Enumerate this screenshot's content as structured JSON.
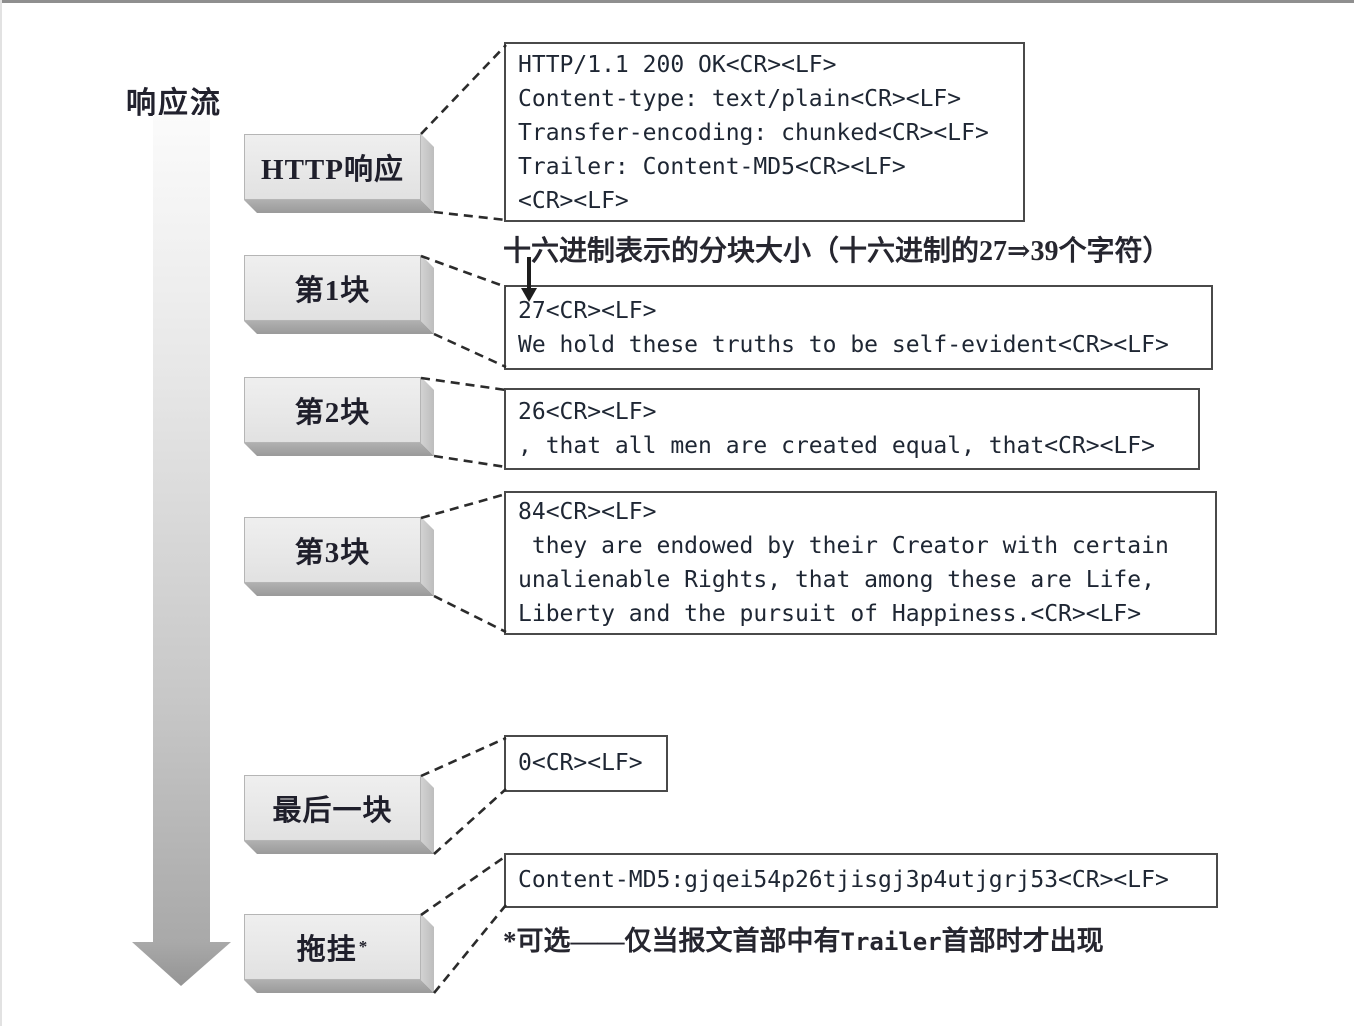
{
  "flow": {
    "label": "响应流"
  },
  "stages": [
    {
      "label": "HTTP响应",
      "sup": ""
    },
    {
      "label": "第1块",
      "sup": ""
    },
    {
      "label": "第2块",
      "sup": ""
    },
    {
      "label": "第3块",
      "sup": ""
    },
    {
      "label": "最后一块",
      "sup": ""
    },
    {
      "label": "拖挂",
      "sup": "*"
    }
  ],
  "annotation": {
    "text": "十六进制表示的分块大小（十六进制的27⇒39个字符）"
  },
  "code_boxes": [
    {
      "name": "http-response-headers",
      "lines": [
        "HTTP/1.1 200 OK<CR><LF>",
        "Content-type: text/plain<CR><LF>",
        "Transfer-encoding: chunked<CR><LF>",
        "Trailer: Content-MD5<CR><LF>",
        "<CR><LF>"
      ]
    },
    {
      "name": "chunk-1",
      "lines": [
        "27<CR><LF>",
        "We hold these truths to be self-evident<CR><LF>"
      ]
    },
    {
      "name": "chunk-2",
      "lines": [
        "26<CR><LF>",
        ", that all men are created equal, that<CR><LF>"
      ]
    },
    {
      "name": "chunk-3",
      "lines": [
        "84<CR><LF>",
        " they are endowed by their Creator with certain",
        "unalienable Rights, that among these are Life,",
        "Liberty and the pursuit of Happiness.<CR><LF>"
      ]
    },
    {
      "name": "last-chunk",
      "lines": [
        "0<CR><LF>"
      ]
    },
    {
      "name": "trailer",
      "lines": [
        "Content-MD5:gjqei54p26tjisgj3p4utjgrj53<CR><LF>"
      ]
    }
  ],
  "footnote": {
    "prefix": "*可选——仅当报文首部中有",
    "code": "Trailer",
    "suffix": "首部时才出现"
  },
  "colors": {
    "box_face": "#e8e8e8",
    "box_side": "#c6c6c6",
    "box_bottom": "#9e9e9e",
    "code_text": "#1e2633",
    "label_text": "#1f1f2b",
    "connector": "#2b2b2b",
    "top_rule": "#8f8f8f"
  }
}
